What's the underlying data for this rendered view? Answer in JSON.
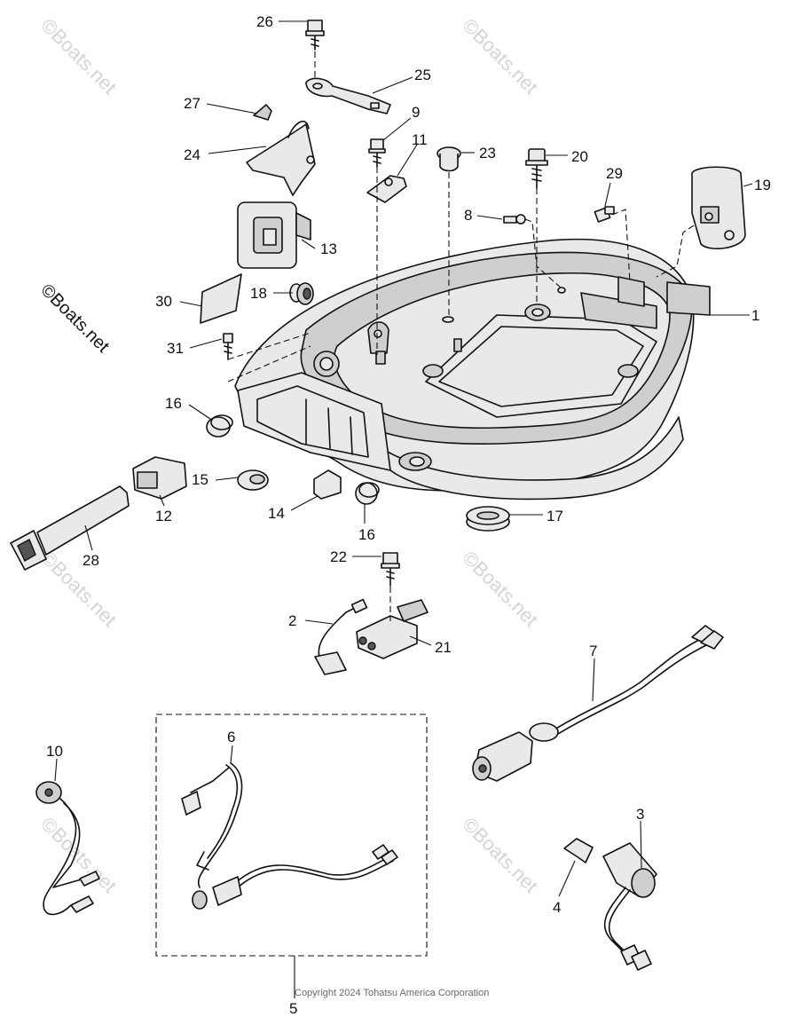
{
  "watermark": {
    "text": "©Boats.net",
    "color": "#d4d4d4"
  },
  "copyright": "Copyright 2024 Tohatsu America Corporation",
  "callouts": {
    "c1": "1",
    "c2": "2",
    "c3": "3",
    "c4": "4",
    "c5": "5",
    "c6": "6",
    "c7": "7",
    "c8": "8",
    "c9": "9",
    "c10": "10",
    "c11": "11",
    "c12": "12",
    "c13": "13",
    "c14": "14",
    "c15": "15",
    "c16a": "16",
    "c16b": "16",
    "c17": "17",
    "c18": "18",
    "c19": "19",
    "c20": "20",
    "c21": "21",
    "c22": "22",
    "c23": "23",
    "c24": "24",
    "c25": "25",
    "c26": "26",
    "c27": "27",
    "c28": "28",
    "c29": "29",
    "c30": "30",
    "c31": "31"
  }
}
